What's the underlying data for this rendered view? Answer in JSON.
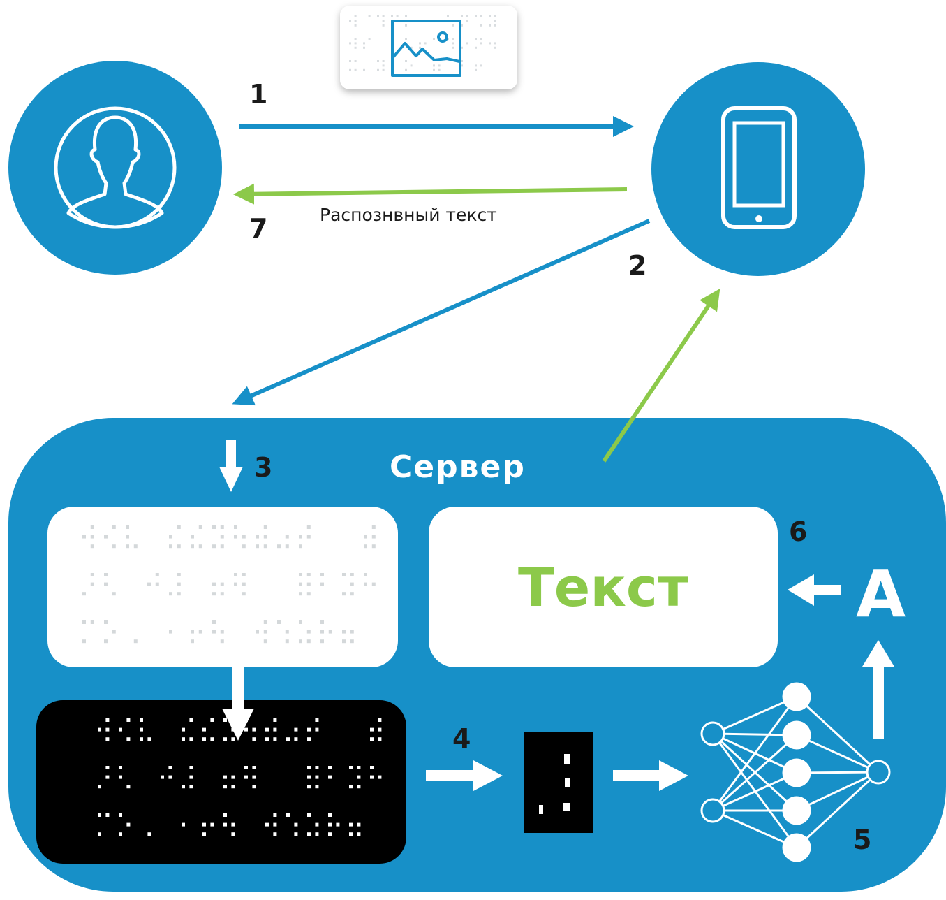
{
  "colors": {
    "blue": "#1790c8",
    "green": "#8cc94a",
    "dark": "#1a1a1a",
    "white": "#ffffff",
    "black": "#000000"
  },
  "steps": {
    "s1": "1",
    "s2": "2",
    "s3": "3",
    "s4": "4",
    "s5": "5",
    "s6": "6",
    "s7": "7"
  },
  "labels": {
    "recognized_text": "Распознвный текст",
    "server": "Сервер",
    "output_text": "Текст",
    "letter": "А"
  },
  "icons": {
    "user": "user-icon",
    "phone": "smartphone-icon",
    "photo": "image-icon",
    "network": "neural-network-icon"
  }
}
